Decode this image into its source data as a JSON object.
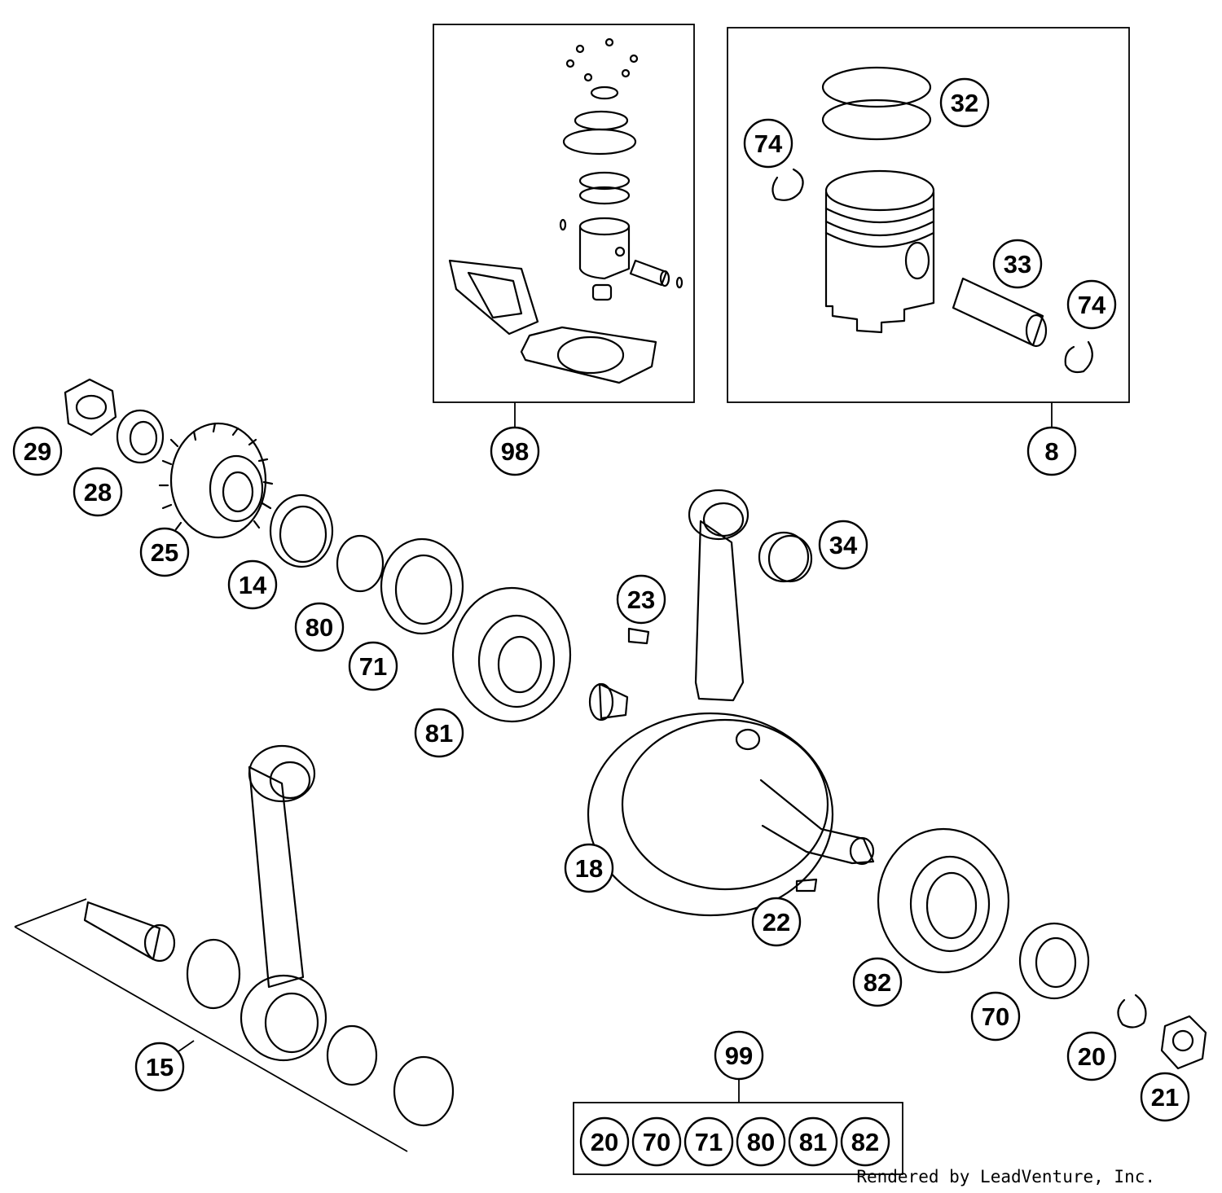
{
  "footer": {
    "text": "Rendered by LeadVenture, Inc."
  },
  "callouts": [
    {
      "id": "c98",
      "label": "98"
    },
    {
      "id": "c8",
      "label": "8"
    },
    {
      "id": "c32",
      "label": "32"
    },
    {
      "id": "c74a",
      "label": "74"
    },
    {
      "id": "c74b",
      "label": "74"
    },
    {
      "id": "c33",
      "label": "33"
    },
    {
      "id": "c29",
      "label": "29"
    },
    {
      "id": "c28",
      "label": "28"
    },
    {
      "id": "c25",
      "label": "25"
    },
    {
      "id": "c14",
      "label": "14"
    },
    {
      "id": "c80",
      "label": "80"
    },
    {
      "id": "c71",
      "label": "71"
    },
    {
      "id": "c81",
      "label": "81"
    },
    {
      "id": "c23",
      "label": "23"
    },
    {
      "id": "c34",
      "label": "34"
    },
    {
      "id": "c18",
      "label": "18"
    },
    {
      "id": "c22",
      "label": "22"
    },
    {
      "id": "c82",
      "label": "82"
    },
    {
      "id": "c70",
      "label": "70"
    },
    {
      "id": "c20",
      "label": "20"
    },
    {
      "id": "c21",
      "label": "21"
    },
    {
      "id": "c15",
      "label": "15"
    },
    {
      "id": "c99",
      "label": "99"
    }
  ],
  "kit_99": {
    "items": [
      "20",
      "70",
      "71",
      "80",
      "81",
      "82"
    ]
  }
}
